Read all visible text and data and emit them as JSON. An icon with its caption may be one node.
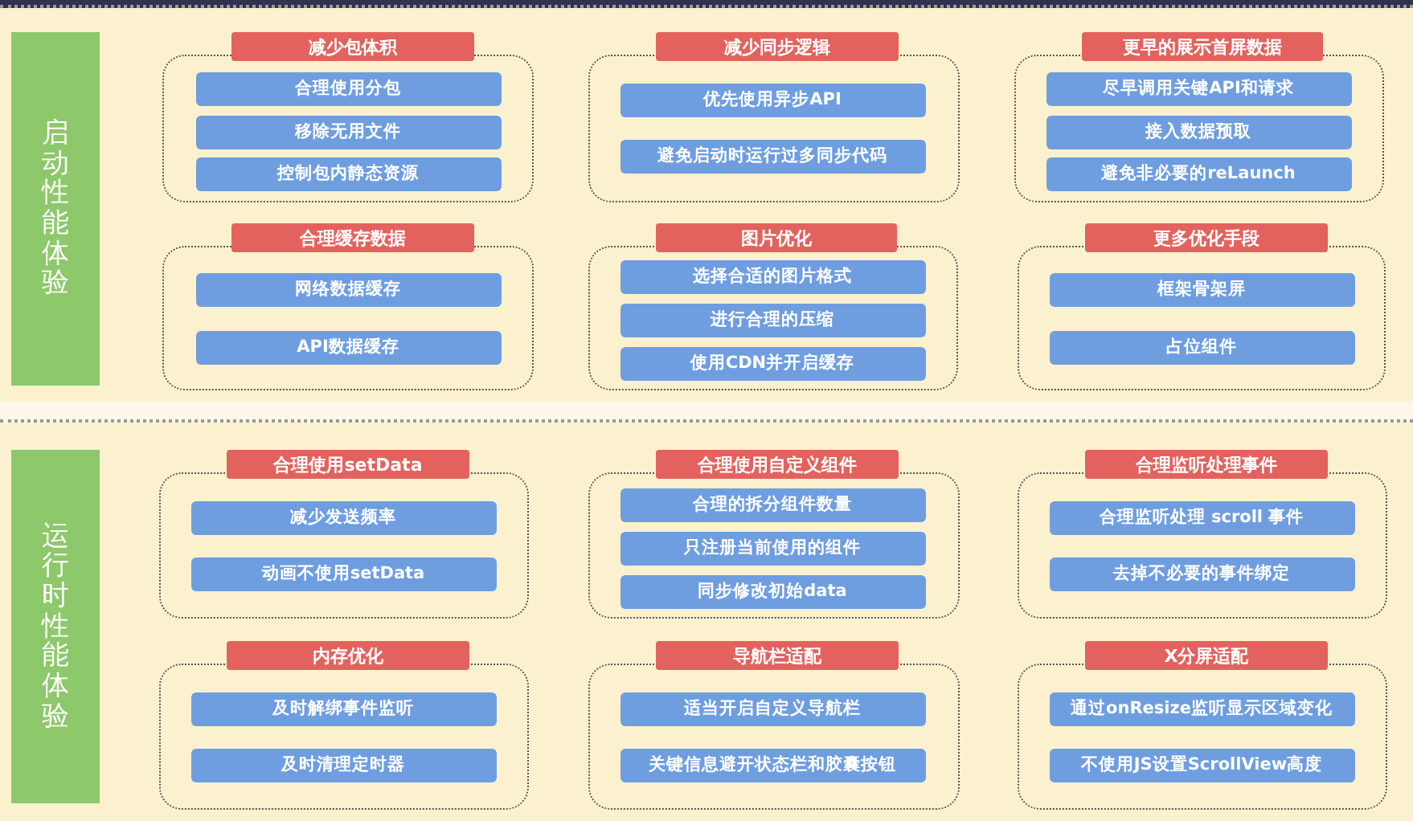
{
  "diagram": {
    "nodes": [
      {
        "text": [
          "启动性能体验"
        ]
      },
      {
        "text": [
          "减少包体积"
        ]
      },
      {
        "text": [],
        "shape": "box"
      },
      {
        "text": [
          "合理使用分包"
        ],
        "in": 2
      },
      {
        "text": [
          "移除无用文件"
        ],
        "in": 2
      },
      {
        "text": [
          "控制包内静态资源"
        ],
        "in": 2
      },
      {
        "text": [
          "减少同步逻辑"
        ]
      },
      {
        "text": [],
        "shape": "box"
      },
      {
        "text": [
          "优先使用异步API"
        ],
        "in": 7
      },
      {
        "text": [
          "避免启动时运行过多同步代码"
        ],
        "in": 7
      },
      {
        "text": [
          "更早的展示首屏数据"
        ]
      },
      {
        "text": [],
        "shape": "box"
      },
      {
        "text": [
          "尽早调用关键API和请求"
        ],
        "in": 11
      },
      {
        "text": [
          "接入数据预取"
        ],
        "in": 11
      },
      {
        "text": [
          "避免非必要的reLaunch"
        ],
        "in": 11
      },
      {
        "text": [
          "合理缓存数据"
        ]
      },
      {
        "text": [],
        "shape": "box"
      },
      {
        "text": [
          "网络数据缓存"
        ],
        "in": 16
      },
      {
        "text": [
          "API数据缓存"
        ],
        "in": 16
      },
      {
        "text": [
          "图片优化"
        ]
      },
      {
        "text": [],
        "shape": "box"
      },
      {
        "text": [
          "选择合适的图片格式"
        ],
        "in": 20
      },
      {
        "text": [
          "进行合理的压缩"
        ],
        "in": 20
      },
      {
        "text": [
          "使用CDN并开启缓存"
        ],
        "in": 20
      },
      {
        "text": [
          "更多优化手段"
        ]
      },
      {
        "text": [],
        "shape": "box"
      },
      {
        "text": [
          "框架骨架屏"
        ],
        "in": 25
      },
      {
        "text": [
          "占位组件"
        ],
        "in": 25
      },
      {
        "text": [
          "运行时性能体验"
        ]
      },
      {
        "text": [
          "合理使用setData"
        ]
      },
      {
        "text": [],
        "shape": "box"
      },
      {
        "text": [
          "减少发送频率"
        ],
        "in": 30
      },
      {
        "text": [
          "动画不使用setData"
        ],
        "in": 30
      },
      {
        "text": [
          "合理使用自定义组件"
        ]
      },
      {
        "text": [],
        "shape": "box"
      },
      {
        "text": [
          "合理的拆分组件数量"
        ],
        "in": 34
      },
      {
        "text": [
          "只注册当前使用的组件"
        ],
        "in": 34
      },
      {
        "text": [
          "同步修改初始data"
        ],
        "in": 34
      },
      {
        "text": [
          "合理监听处理事件"
        ]
      },
      {
        "text": [],
        "shape": "box"
      },
      {
        "text": [
          "合理监听处理 scroll 事件"
        ],
        "in": 39
      },
      {
        "text": [
          "去掉不必要的事件绑定"
        ],
        "in": 39
      },
      {
        "text": [
          "内存优化"
        ]
      },
      {
        "text": [],
        "shape": "box"
      },
      {
        "text": [
          "及时解绑事件监听"
        ],
        "in": 43
      },
      {
        "text": [
          "及时清理定时器"
        ],
        "in": 43
      },
      {
        "text": [
          "导航栏适配"
        ]
      },
      {
        "text": [],
        "shape": "box"
      },
      {
        "text": [
          "适当开启自定义导航栏"
        ],
        "in": 47
      },
      {
        "text": [
          "关键信息避开状态栏和胶囊按钮"
        ],
        "in": 47
      },
      {
        "text": [
          "X分屏适配"
        ]
      },
      {
        "text": [],
        "shape": "box"
      },
      {
        "text": [
          "通过onResize监听显示区域变化"
        ],
        "in": 51
      },
      {
        "text": [
          "不使用JS设置ScrollView高度"
        ],
        "in": 51
      }
    ]
  }
}
